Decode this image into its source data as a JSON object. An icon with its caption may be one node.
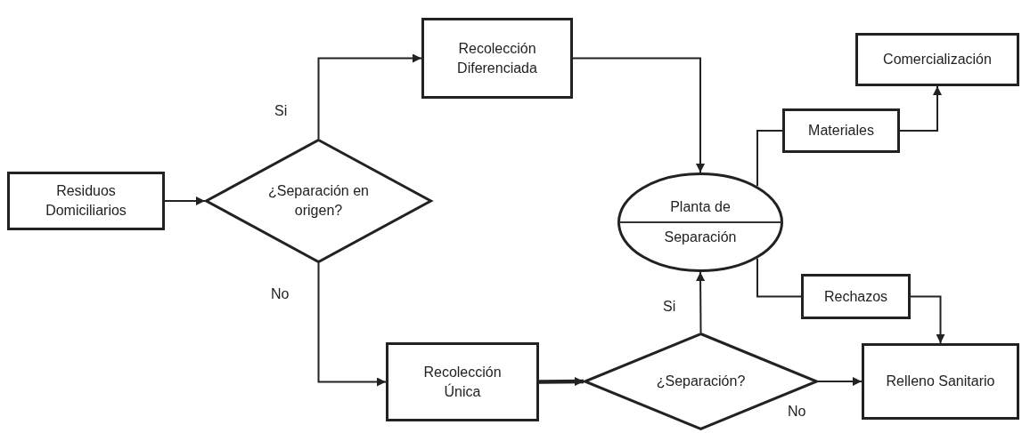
{
  "diagram": {
    "nodes": [
      {
        "text": [
          "Residuos Domiciliarios"
        ]
      },
      {
        "text": [
          "¿Separación en origen?"
        ]
      },
      {
        "text": [
          "Recolección Diferenciada"
        ]
      },
      {
        "text": [
          "Recolección Única"
        ]
      },
      {
        "text": [
          "¿Separación?"
        ]
      },
      {
        "text": [
          "Planta de Separación"
        ]
      },
      {
        "text": [
          "Materiales"
        ]
      },
      {
        "text": [
          "Comercialización"
        ]
      },
      {
        "text": [
          "Rechazos"
        ]
      },
      {
        "text": [
          "Relleno Sanitario"
        ]
      }
    ],
    "edges": [
      {
        "from": 0,
        "to": 1,
        "arrow": "to"
      },
      {
        "from": 1,
        "to": 2,
        "arrow": "to",
        "label": "Si"
      },
      {
        "from": 1,
        "to": 3,
        "arrow": "to",
        "label": "No"
      },
      {
        "from": 3,
        "to": 4,
        "arrow": "to",
        "style": "thick"
      },
      {
        "from": 2,
        "to": 5,
        "arrow": "to"
      },
      {
        "from": 4,
        "to": 5,
        "arrow": "to",
        "label": "Si"
      },
      {
        "from": 4,
        "to": 9,
        "arrow": "to",
        "label": "No"
      },
      {
        "from": 5,
        "to": 6,
        "arrow": "none"
      },
      {
        "from": 6,
        "to": 7,
        "arrow": "to"
      },
      {
        "from": 5,
        "to": 8,
        "arrow": "none"
      },
      {
        "from": 8,
        "to": 9,
        "arrow": "to"
      }
    ]
  }
}
